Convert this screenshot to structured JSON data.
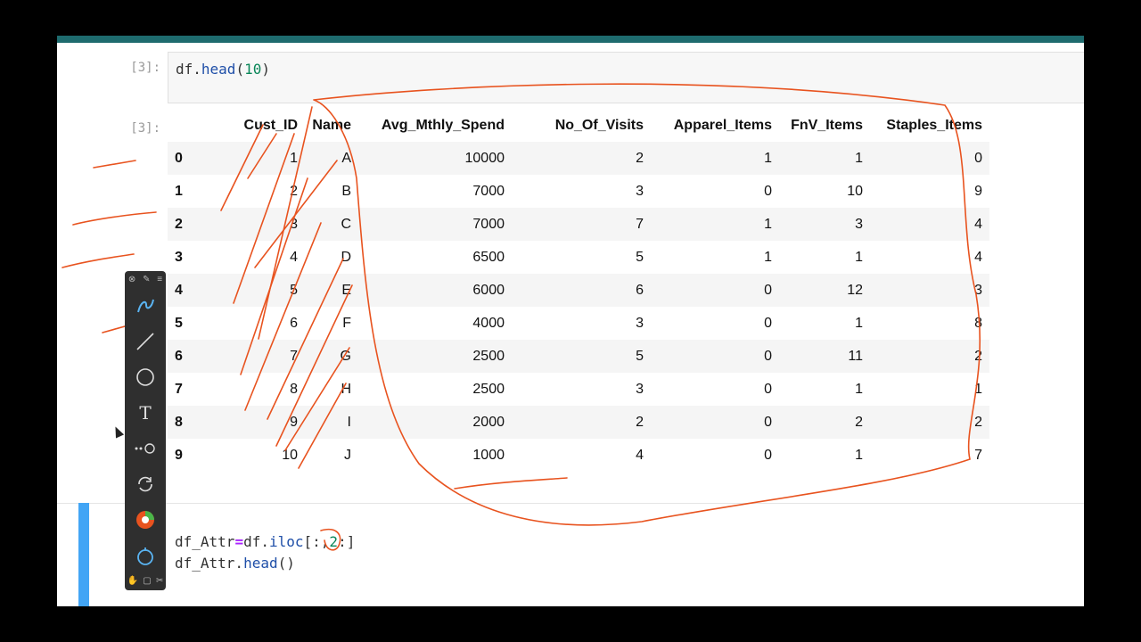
{
  "cells": {
    "cell1": {
      "prompt": "[3]:",
      "code": {
        "obj": "df.",
        "fn": "head",
        "open": "(",
        "arg": "10",
        "close": ")"
      }
    },
    "output": {
      "prompt": "[3]:",
      "columns": [
        "",
        "Cust_ID",
        "Name",
        "Avg_Mthly_Spend",
        "No_Of_Visits",
        "Apparel_Items",
        "FnV_Items",
        "Staples_Items"
      ],
      "rows": [
        [
          "0",
          "1",
          "A",
          "10000",
          "2",
          "1",
          "1",
          "0"
        ],
        [
          "1",
          "2",
          "B",
          "7000",
          "3",
          "0",
          "10",
          "9"
        ],
        [
          "2",
          "3",
          "C",
          "7000",
          "7",
          "1",
          "3",
          "4"
        ],
        [
          "3",
          "4",
          "D",
          "6500",
          "5",
          "1",
          "1",
          "4"
        ],
        [
          "4",
          "5",
          "E",
          "6000",
          "6",
          "0",
          "12",
          "3"
        ],
        [
          "5",
          "6",
          "F",
          "4000",
          "3",
          "0",
          "1",
          "8"
        ],
        [
          "6",
          "7",
          "G",
          "2500",
          "5",
          "0",
          "11",
          "2"
        ],
        [
          "7",
          "8",
          "H",
          "2500",
          "3",
          "0",
          "1",
          "1"
        ],
        [
          "8",
          "9",
          "I",
          "2000",
          "2",
          "0",
          "2",
          "2"
        ],
        [
          "9",
          "10",
          "J",
          "1000",
          "4",
          "0",
          "1",
          "7"
        ]
      ]
    },
    "cell2": {
      "line1": {
        "var": "df_Attr",
        "eq": "=",
        "obj": "df.",
        "fn": "iloc",
        "open": "[",
        "slice": ":,",
        "num": "2",
        "rest": ":]"
      },
      "line2": {
        "obj": "df_Attr.",
        "fn": "head",
        "paren": "()"
      }
    }
  },
  "toolbar": {
    "tools": [
      "close-icon",
      "pen-icon",
      "menu-icon",
      "freehand-icon",
      "line-icon",
      "circle-icon",
      "text-icon",
      "dots-icon",
      "rotate-icon",
      "color-icon",
      "timer-icon",
      "hand-icon",
      "copy-icon",
      "scissors-icon"
    ],
    "text_tool_label": "T"
  },
  "colors": {
    "ink": "#e8531f",
    "header_bar": "#1e6b6e",
    "active_cell": "#42a5f5"
  }
}
